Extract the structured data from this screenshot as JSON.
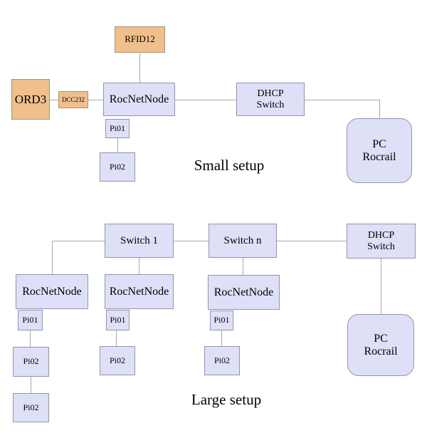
{
  "colors": {
    "background": "#ffffff",
    "node_fill": "#dee0f7",
    "node_border": "#9494ad",
    "orange_fill": "#f1bf8b",
    "orange_border": "#9e9484",
    "line": "#a9a9a9",
    "text": "#000000"
  },
  "small_setup": {
    "caption": "Small setup",
    "ord3": "ORD3",
    "dcc232": "DCC232",
    "rfid12": "RFID12",
    "rocnetnode": "RocNetNode",
    "pi01": "Pi01",
    "pi02": "Pi02",
    "dhcp_switch": {
      "line1": "DHCP",
      "line2": "Switch"
    },
    "pc_rocrail": {
      "line1": "PC",
      "line2": "Rocrail"
    }
  },
  "large_setup": {
    "caption": "Large setup",
    "switch1": "Switch 1",
    "switchn": "Switch n",
    "dhcp_switch": {
      "line1": "DHCP",
      "line2": "Switch"
    },
    "pc_rocrail": {
      "line1": "PC",
      "line2": "Rocrail"
    },
    "branch1": {
      "rocnetnode": "RocNetNode",
      "pi01": "Pi01",
      "pi02a": "Pi02",
      "pi02b": "Pi02"
    },
    "branch2": {
      "rocnetnode": "RocNetNode",
      "pi01": "Pi01",
      "pi02": "Pi02"
    },
    "branch3": {
      "rocnetnode": "RocNetNode",
      "pi01": "Pi01",
      "pi02": "Pi02"
    }
  }
}
